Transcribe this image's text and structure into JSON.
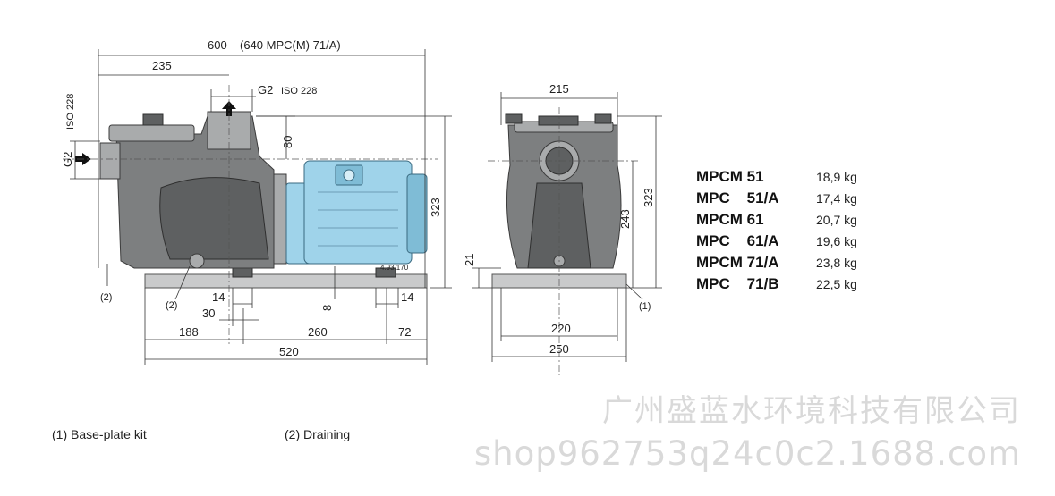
{
  "dimensions": {
    "overall_length": "600",
    "overall_length_variant": "(640  MPC(M) 71/A)",
    "suction_to_outlet": "235",
    "outlet_thread": "G2",
    "outlet_standard": "ISO 228",
    "inlet_standard": "ISO 228",
    "inlet_thread": "G2",
    "outlet_height": "80",
    "total_height": "323",
    "foot_width_left": "14",
    "drain_offset": "30",
    "foot_height": "8",
    "foot_width_right": "14",
    "front_offset": "188",
    "bolt_spacing": "260",
    "rear_offset": "72",
    "base_length": "520",
    "side_top_width": "215",
    "side_total_height": "323",
    "side_axis_height": "243",
    "side_base_height": "21",
    "side_bolt_spacing": "220",
    "side_base_width": "250",
    "motor_code": "4.93.170",
    "callout_draining": "(2)",
    "callout_base_plate_left": "(2)",
    "callout_base_plate_right": "(1)"
  },
  "weights": [
    {
      "model": "MPCM 51",
      "weight": "18,9 kg"
    },
    {
      "model": "MPC    51/A",
      "weight": "17,4 kg"
    },
    {
      "model": "MPCM 61",
      "weight": "20,7 kg"
    },
    {
      "model": "MPC    61/A",
      "weight": "19,6 kg"
    },
    {
      "model": "MPCM 71/A",
      "weight": "23,8 kg"
    },
    {
      "model": "MPC    71/B",
      "weight": "22,5 kg"
    }
  ],
  "notes": {
    "note1": "(1) Base-plate kit",
    "note2": "(2)  Draining"
  },
  "watermark": {
    "company": "广州盛蓝水环境科技有限公司",
    "shop": "shop962753q24c0c2.1688.com"
  }
}
